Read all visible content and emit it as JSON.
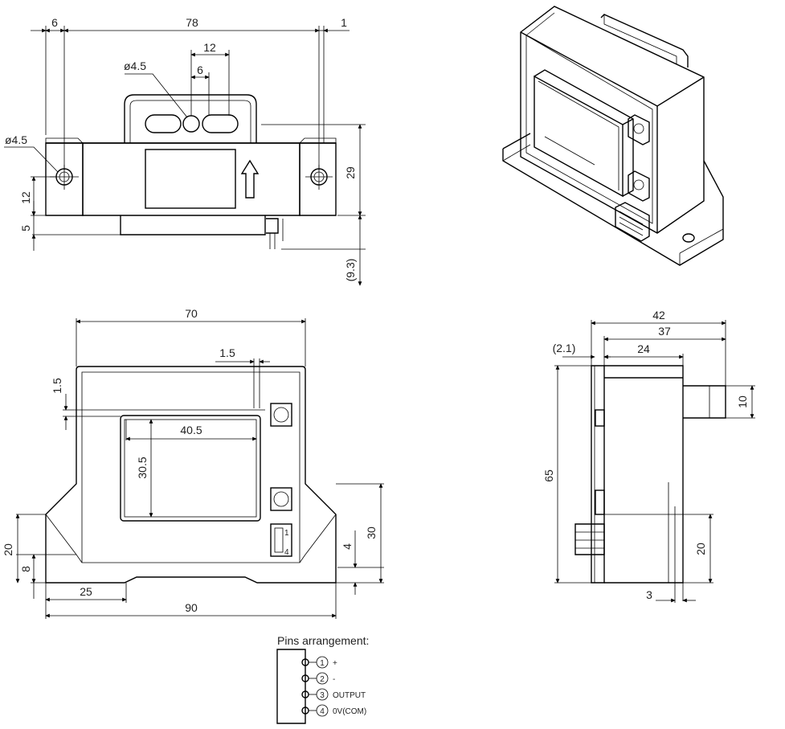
{
  "top_view": {
    "dim_6": "6",
    "dim_78": "78",
    "dim_1": "1",
    "dim_12": "12",
    "dim_6b": "6",
    "dia_slot": "ø4.5",
    "dia_mount": "ø4.5",
    "dim_29": "29",
    "dim_12v": "12",
    "dim_5": "5",
    "dim_93": "(9.3)"
  },
  "front_view": {
    "dim_70": "70",
    "dim_15h": "1.5",
    "dim_15v": "1.5",
    "dim_405": "40.5",
    "dim_305": "30.5",
    "dim_20": "20",
    "dim_8": "8",
    "dim_4": "4",
    "dim_30": "30",
    "dim_25": "25",
    "dim_90": "90",
    "pin_1": "1",
    "pin_4": "4"
  },
  "side_view": {
    "dim_42": "42",
    "dim_37": "37",
    "dim_21": "(2.1)",
    "dim_24": "24",
    "dim_10": "10",
    "dim_65": "65",
    "dim_20": "20",
    "dim_3": "3"
  },
  "pins": {
    "title": "Pins arrangement:",
    "items": [
      {
        "num": "1",
        "label": "+"
      },
      {
        "num": "2",
        "label": "-"
      },
      {
        "num": "3",
        "label": "OUTPUT"
      },
      {
        "num": "4",
        "label": "0V(COM)"
      }
    ]
  }
}
